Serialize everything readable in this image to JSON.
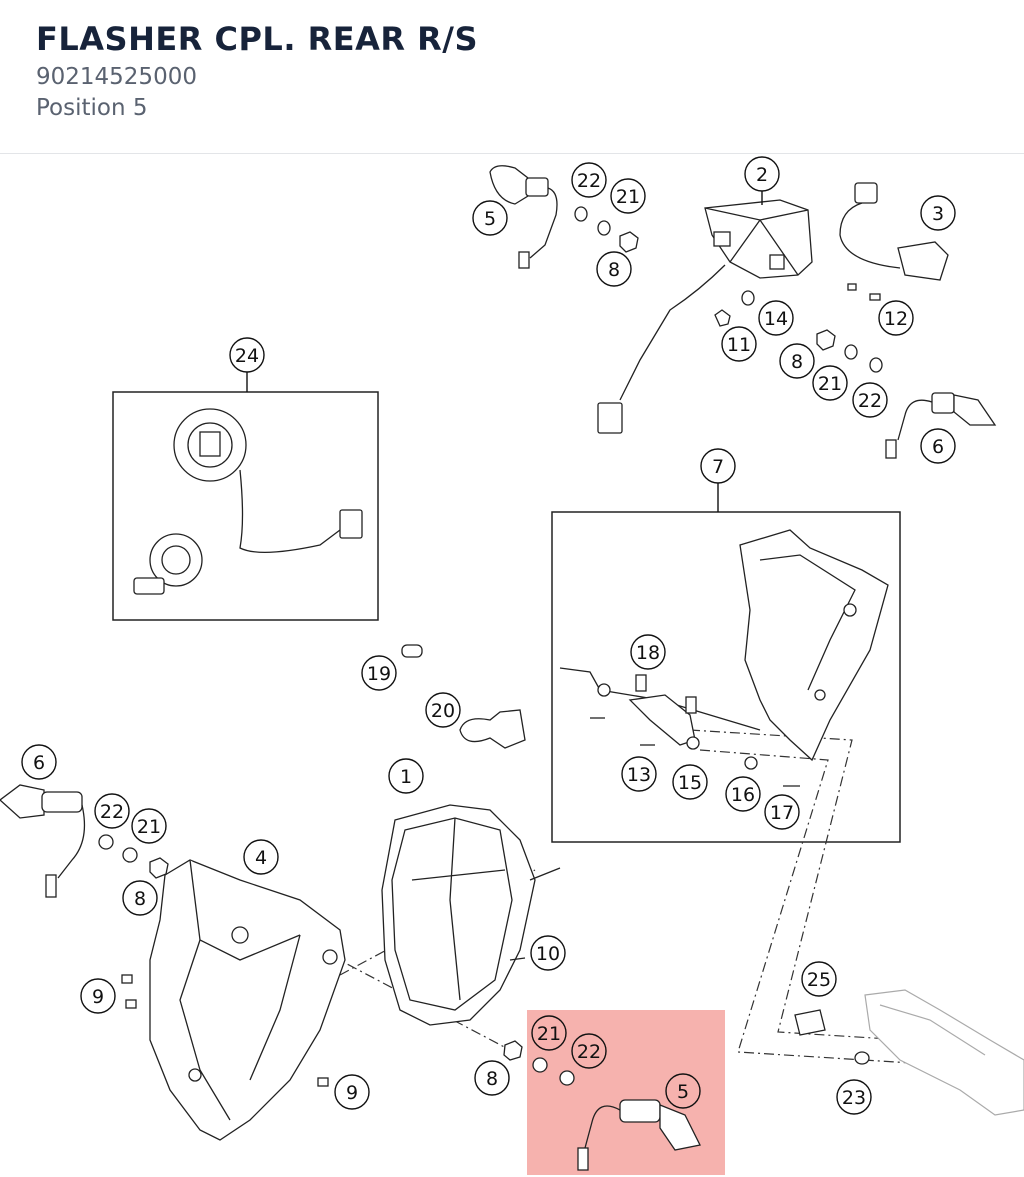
{
  "header": {
    "title": "FLASHER CPL. REAR R/S",
    "part_number": "90214525000",
    "position": "Position 5"
  },
  "highlight": {
    "color": "#f4a5a0",
    "label": "5"
  },
  "callouts": [
    {
      "id": "c5a",
      "label": "5"
    },
    {
      "id": "c22a",
      "label": "22"
    },
    {
      "id": "c21a",
      "label": "21"
    },
    {
      "id": "c8a",
      "label": "8"
    },
    {
      "id": "c2",
      "label": "2"
    },
    {
      "id": "c3",
      "label": "3"
    },
    {
      "id": "c12",
      "label": "12"
    },
    {
      "id": "c14",
      "label": "14"
    },
    {
      "id": "c11",
      "label": "11"
    },
    {
      "id": "c8b",
      "label": "8"
    },
    {
      "id": "c21b",
      "label": "21"
    },
    {
      "id": "c22b",
      "label": "22"
    },
    {
      "id": "c6a",
      "label": "6"
    },
    {
      "id": "c24",
      "label": "24"
    },
    {
      "id": "c7",
      "label": "7"
    },
    {
      "id": "c18",
      "label": "18"
    },
    {
      "id": "c13",
      "label": "13"
    },
    {
      "id": "c15",
      "label": "15"
    },
    {
      "id": "c16",
      "label": "16"
    },
    {
      "id": "c17",
      "label": "17"
    },
    {
      "id": "c19",
      "label": "19"
    },
    {
      "id": "c20",
      "label": "20"
    },
    {
      "id": "c1",
      "label": "1"
    },
    {
      "id": "c6b",
      "label": "6"
    },
    {
      "id": "c22c",
      "label": "22"
    },
    {
      "id": "c21c",
      "label": "21"
    },
    {
      "id": "c4",
      "label": "4"
    },
    {
      "id": "c8c",
      "label": "8"
    },
    {
      "id": "c9a",
      "label": "9"
    },
    {
      "id": "c9b",
      "label": "9"
    },
    {
      "id": "c10",
      "label": "10"
    },
    {
      "id": "c8d",
      "label": "8"
    },
    {
      "id": "c21d",
      "label": "21"
    },
    {
      "id": "c22d",
      "label": "22"
    },
    {
      "id": "c5b",
      "label": "5"
    },
    {
      "id": "c25",
      "label": "25"
    },
    {
      "id": "c23",
      "label": "23"
    }
  ]
}
